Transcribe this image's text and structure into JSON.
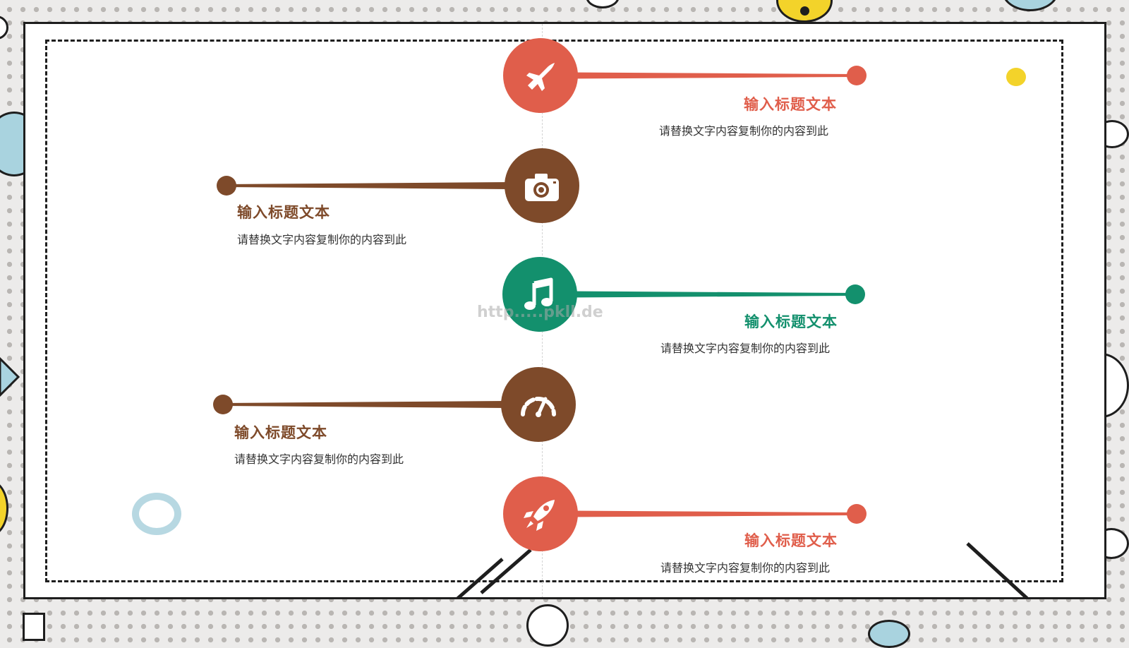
{
  "colors": {
    "red": "#e05e4b",
    "brown": "#7e4a2a",
    "green": "#13906d",
    "frame": "#1e1e1e",
    "yellow": "#f3d32a",
    "light_blue": "#a9d3df"
  },
  "watermark": "http.....pkll.de",
  "items": [
    {
      "side": "right",
      "color": "#e05e4b",
      "icon": "airplane-icon",
      "title": "输入标题文本",
      "desc": "请替换文字内容复制你的内容到此"
    },
    {
      "side": "left",
      "color": "#7e4a2a",
      "icon": "camera-icon",
      "title": "输入标题文本",
      "desc": "请替换文字内容复制你的内容到此"
    },
    {
      "side": "right",
      "color": "#13906d",
      "icon": "music-note-icon",
      "title": "输入标题文本",
      "desc": "请替换文字内容复制你的内容到此"
    },
    {
      "side": "left",
      "color": "#7e4a2a",
      "icon": "speedometer-icon",
      "title": "输入标题文本",
      "desc": "请替换文字内容复制你的内容到此"
    },
    {
      "side": "right",
      "color": "#e05e4b",
      "icon": "rocket-icon",
      "title": "输入标题文本",
      "desc": "请替换文字内容复制你的内容到此"
    }
  ]
}
